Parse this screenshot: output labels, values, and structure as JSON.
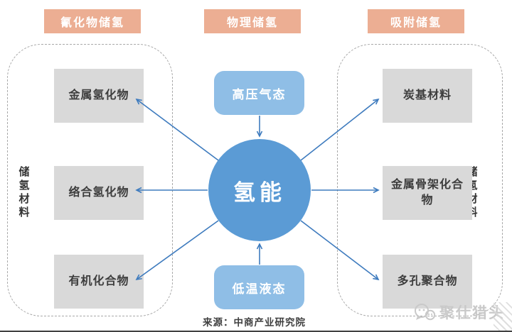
{
  "headers": {
    "left": "氰化物储氢",
    "center": "物理储氢",
    "right": "吸附储氢"
  },
  "center_node": {
    "label": "氢能"
  },
  "physical": {
    "top": "高压气态",
    "bottom": "低温液态"
  },
  "left_group": {
    "side_label": "储氢材料",
    "items": [
      "金属氢化物",
      "络合氢化物",
      "有机化合物"
    ]
  },
  "right_group": {
    "side_label": "储氢材料",
    "items": [
      "炭基材料",
      "金属骨架化合物",
      "多孔聚合物"
    ]
  },
  "source_note": "来源：中商产业研究院",
  "watermark": {
    "label": "聚仕猎头",
    "icon": "speech-bubbles-logo-icon"
  },
  "colors": {
    "header_bg": "#ECAE93",
    "gray_node_bg": "#D9D9D9",
    "blue_node_bg": "#8FBEE6",
    "center_circle_bg": "#5B9BD5",
    "arrow": "#3E7BBE",
    "dashed_border": "#A8A8A8",
    "watermark_gray": "#C9C9C9"
  }
}
